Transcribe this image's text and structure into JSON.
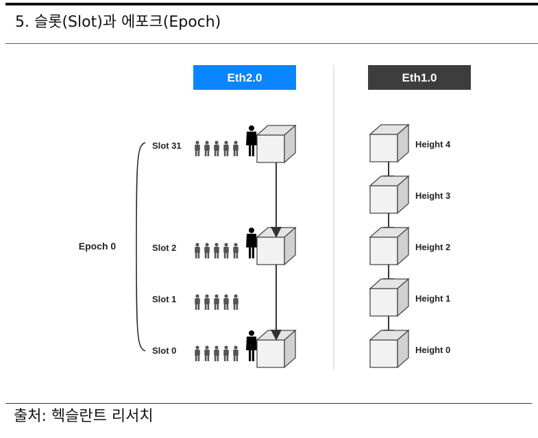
{
  "title": "5. 슬롯(Slot)과 에포크(Epoch)",
  "source": "출처: 헥슬란트 리서치",
  "diagram": {
    "eth2": {
      "header": "Eth2.0",
      "header_color": "#0a84ff",
      "epoch_label": "Epoch 0",
      "slots": [
        {
          "label": "Slot 31",
          "has_block": true
        },
        {
          "label": "Slot 2",
          "has_block": true
        },
        {
          "label": "Slot 1",
          "has_block": false
        },
        {
          "label": "Slot 0",
          "has_block": true
        }
      ]
    },
    "eth1": {
      "header": "Eth1.0",
      "header_color": "#3d3d3d",
      "heights": [
        "Height 4",
        "Height 3",
        "Height 2",
        "Height 1",
        "Height 0"
      ]
    }
  }
}
